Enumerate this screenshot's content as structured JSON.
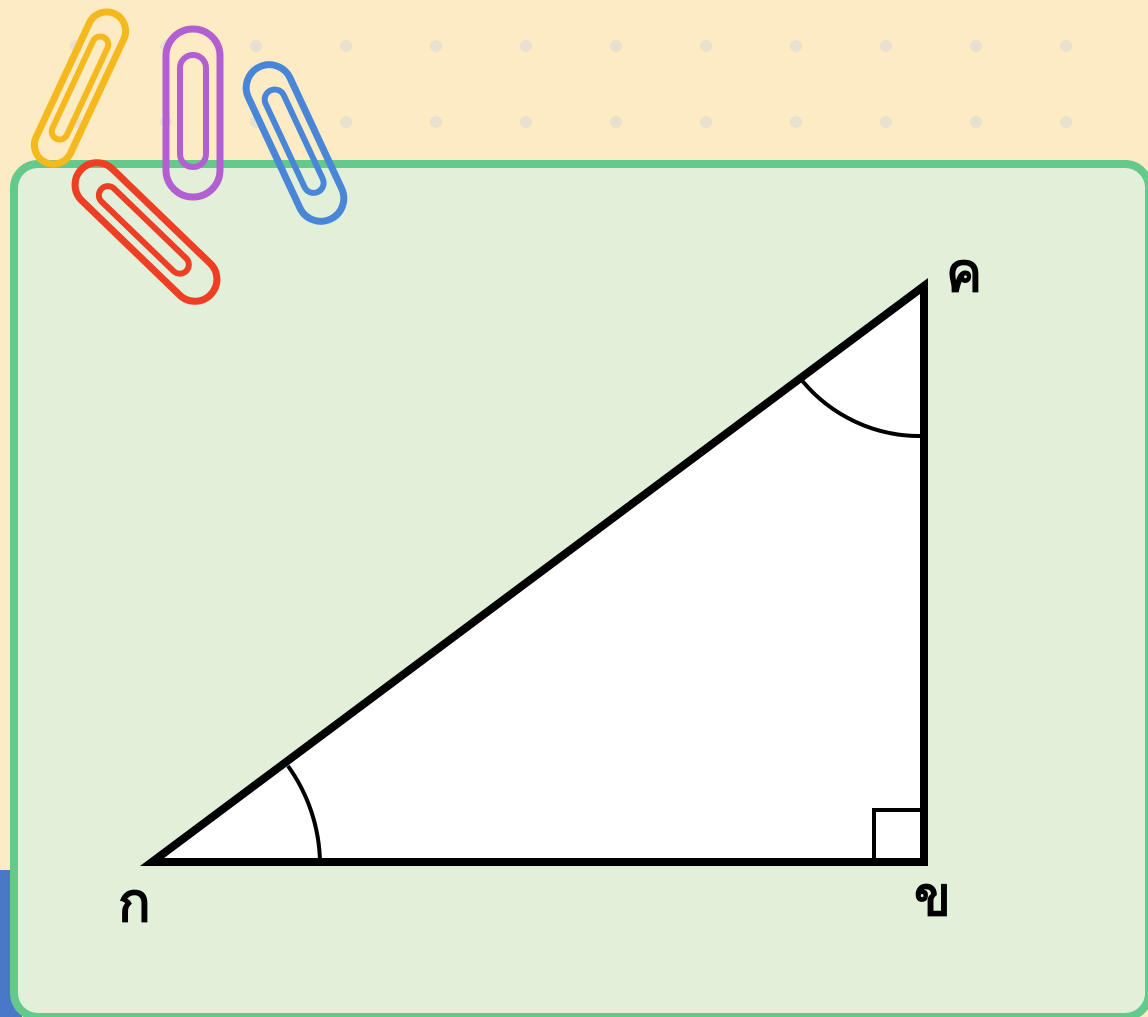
{
  "diagram": {
    "vertices": {
      "a": {
        "label": "ก"
      },
      "b": {
        "label": "ข"
      },
      "c": {
        "label": "ค"
      }
    },
    "right_angle_at": "ข",
    "marked_angles": [
      "ก",
      "ค"
    ],
    "triangle_fill": "#ffffff",
    "stroke_color": "#000000"
  },
  "colors": {
    "background": "#fdecc3",
    "board_fill": "#e2efd9",
    "board_border": "#64c98a",
    "corner_accent": "#4a78c9"
  },
  "decorations": {
    "paperclips": [
      {
        "icon": "paperclip-icon",
        "color": "#f5b91e"
      },
      {
        "icon": "paperclip-icon",
        "color": "#b25fd1"
      },
      {
        "icon": "paperclip-icon",
        "color": "#4a86d8"
      },
      {
        "icon": "paperclip-icon",
        "color": "#ee3f25"
      }
    ]
  }
}
